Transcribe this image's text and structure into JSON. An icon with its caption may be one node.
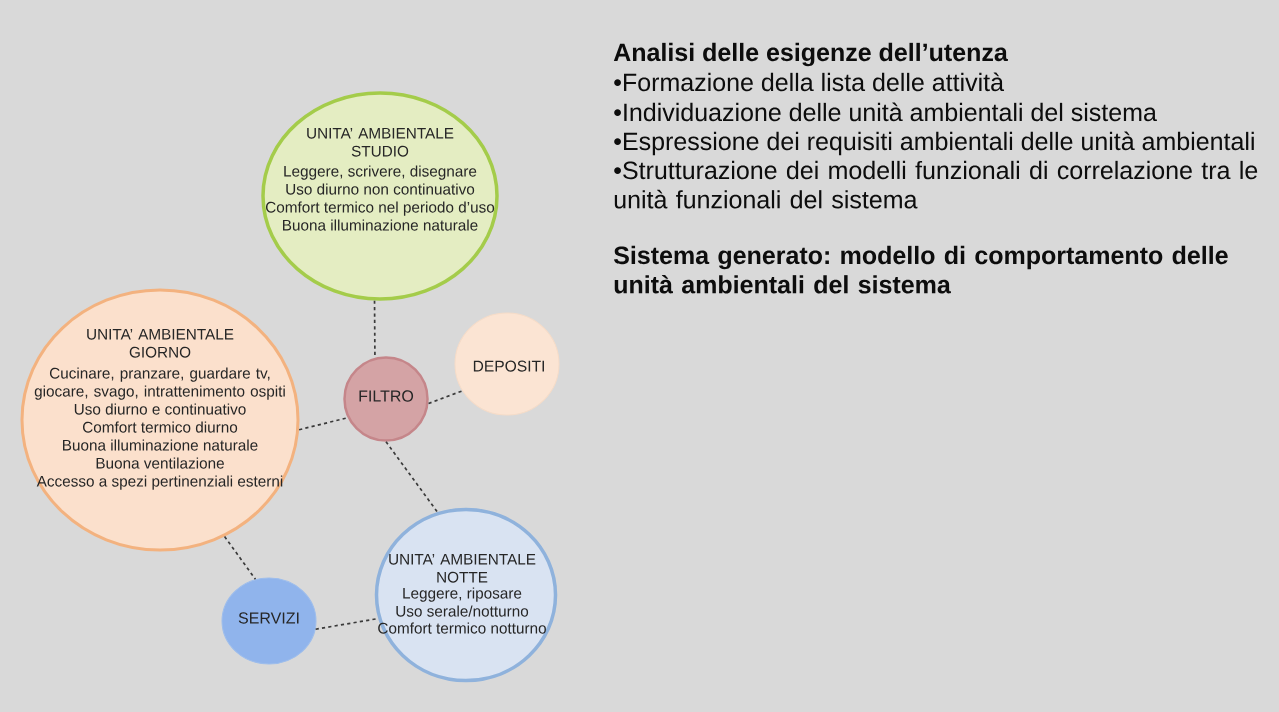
{
  "diagram": {
    "nodes": [
      {
        "text": [
          "UNITA’ AMBIENTALE STUDIO",
          "Leggere, scrivere, disegnare",
          "Uso diurno non continuativo",
          "Comfort termico nel periodo d’uso",
          "Buona illuminazione naturale"
        ]
      },
      {
        "text": [
          "UNITA’ AMBIENTALE GIORNO",
          "Cucinare, pranzare, guardare tv, giocare, svago, intrattenimento ospiti",
          "Uso diurno e continuativo",
          "Comfort termico diurno",
          "Buona illuminazione naturale",
          "Buona ventilazione",
          "Accesso a spezi pertinenziali esterni"
        ]
      },
      {
        "text": [
          "FILTRO"
        ]
      },
      {
        "text": [
          "DEPOSITI"
        ]
      },
      {
        "text": [
          "UNITA’ AMBIENTALE NOTTE",
          "Leggere, riposare",
          "Uso serale/notturno",
          "Comfort termico notturno"
        ]
      },
      {
        "text": [
          "SERVIZI"
        ]
      }
    ],
    "edges": [
      {
        "from": 0,
        "to": 2,
        "arrow": "none",
        "style": "dashed"
      },
      {
        "from": 1,
        "to": 2,
        "arrow": "none",
        "style": "dashed"
      },
      {
        "from": 2,
        "to": 3,
        "arrow": "none",
        "style": "dashed"
      },
      {
        "from": 2,
        "to": 4,
        "arrow": "none",
        "style": "dashed"
      },
      {
        "from": 1,
        "to": 5,
        "arrow": "none",
        "style": "dashed"
      },
      {
        "from": 5,
        "to": 4,
        "arrow": "none",
        "style": "dashed"
      }
    ],
    "labels": [
      "Analisi delle esigenze dell’utenza",
      "•Formazione della lista delle attività",
      "•Individuazione delle unità ambientali del sistema",
      "•Espressione dei requisiti ambientali delle unità ambientali",
      "•Strutturazione dei modelli funzionali di correlazione tra le unità funzionali del sistema",
      "Sistema generato: modello di comportamento delle unità ambientali del sistema"
    ]
  }
}
